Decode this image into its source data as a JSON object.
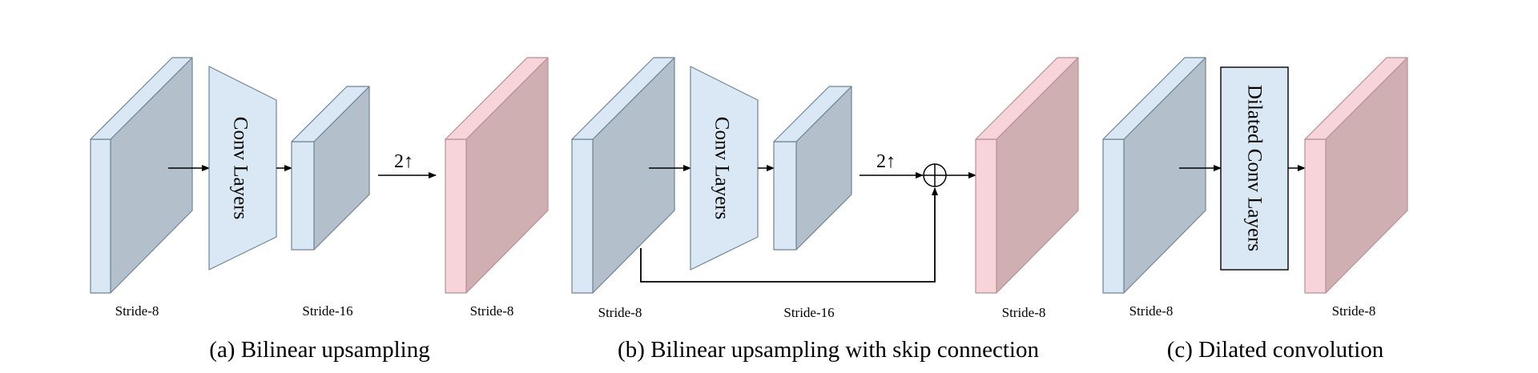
{
  "colors": {
    "blue_front": "#dae8f5",
    "blue_side": "#b3bfcb",
    "pink_front": "#f6d4da",
    "pink_side": "#cfafb2",
    "stroke": "#6f8596",
    "pink_stroke": "#b88f96",
    "arrow": "#000000"
  },
  "diagrams": {
    "a": {
      "caption": "(a)  Bilinear upsampling",
      "input_label": "Stride-8",
      "conv_label": "Conv Layers",
      "mid_label": "Stride-16",
      "upsample_label": "2↑",
      "output_label": "Stride-8"
    },
    "b": {
      "caption": "(b)  Bilinear upsampling with skip connection",
      "input_label": "Stride-8",
      "conv_label": "Conv Layers",
      "mid_label": "Stride-16",
      "upsample_label": "2↑",
      "output_label": "Stride-8"
    },
    "c": {
      "caption": "(c)  Dilated convolution",
      "input_label": "Stride-8",
      "conv_label": "Dilated Conv Layers",
      "output_label": "Stride-8"
    }
  }
}
